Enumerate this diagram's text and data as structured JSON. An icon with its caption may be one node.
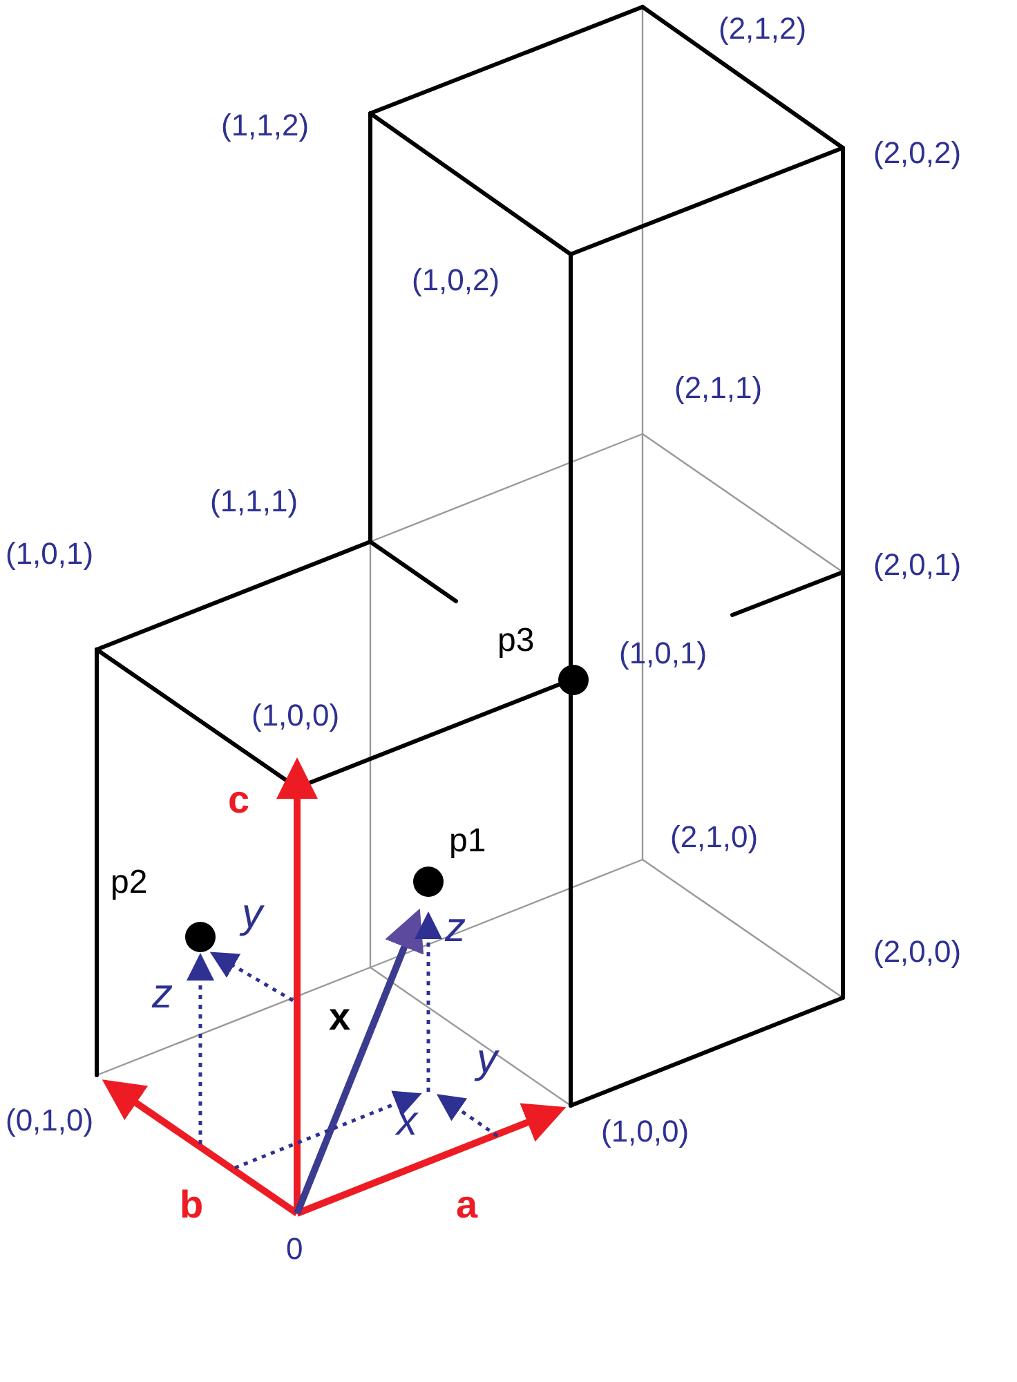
{
  "diagram": {
    "nodes": [
      {
        "text": [],
        "shape": "circle",
        "beside": [
          "p3"
        ]
      },
      {
        "text": [],
        "shape": "circle",
        "beside": [
          "p1"
        ]
      },
      {
        "text": [],
        "shape": "circle",
        "beside": [
          "p2"
        ]
      }
    ],
    "labels": [
      "(2,1,2)",
      "(1,1,2)",
      "(2,0,2)",
      "(1,0,2)",
      "(2,1,1)",
      "(1,1,1)",
      "(1,0,1)",
      "(2,0,1)",
      "(1,0,1)",
      "(1,0,0)",
      "c",
      "(2,1,0)",
      "y",
      "z",
      "x",
      "z",
      "(2,0,0)",
      "y",
      "(0,1,0)",
      "x",
      "(1,0,0)",
      "b",
      "a",
      "0"
    ]
  }
}
